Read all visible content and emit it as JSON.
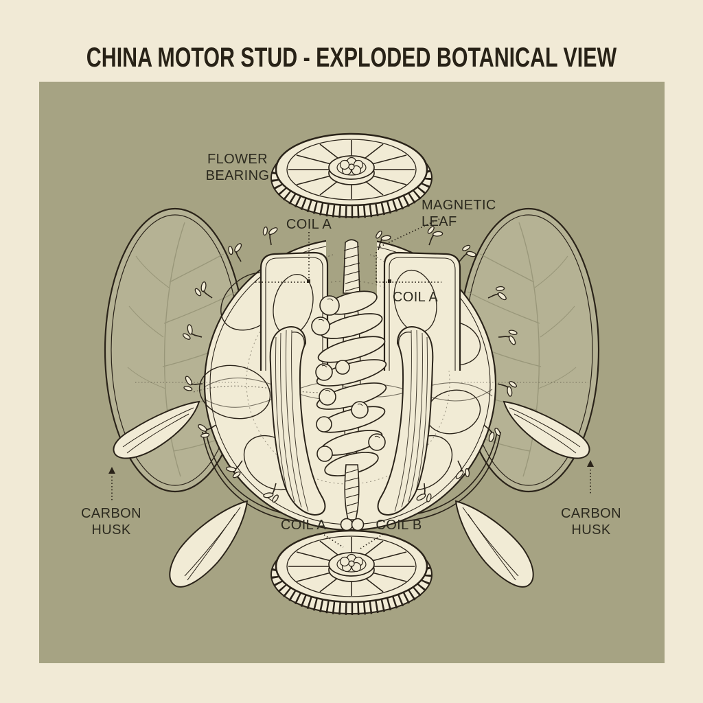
{
  "title": "CHINA MOTOR STUD - EXPLODED BOTANICAL VIEW",
  "labels": {
    "flower_bearing": "FLOWER\nBEARING",
    "magnetic_leaf": "MAGNETIC\nLEAF",
    "coil_a_upper": "COIL A",
    "coil_a_right": "COIL A",
    "coil_a_lower": "COIL A",
    "coil_b_lower": "COIL B",
    "carbon_husk_left": "CARBON\nHUSK",
    "carbon_husk_right": "CARBON\nHUSK"
  },
  "colors": {
    "margin": "#f1ead6",
    "panel": "#a6a383",
    "paper": "#f1ebd5",
    "ink": "#2a2319",
    "vein": "#8e8c6f"
  }
}
